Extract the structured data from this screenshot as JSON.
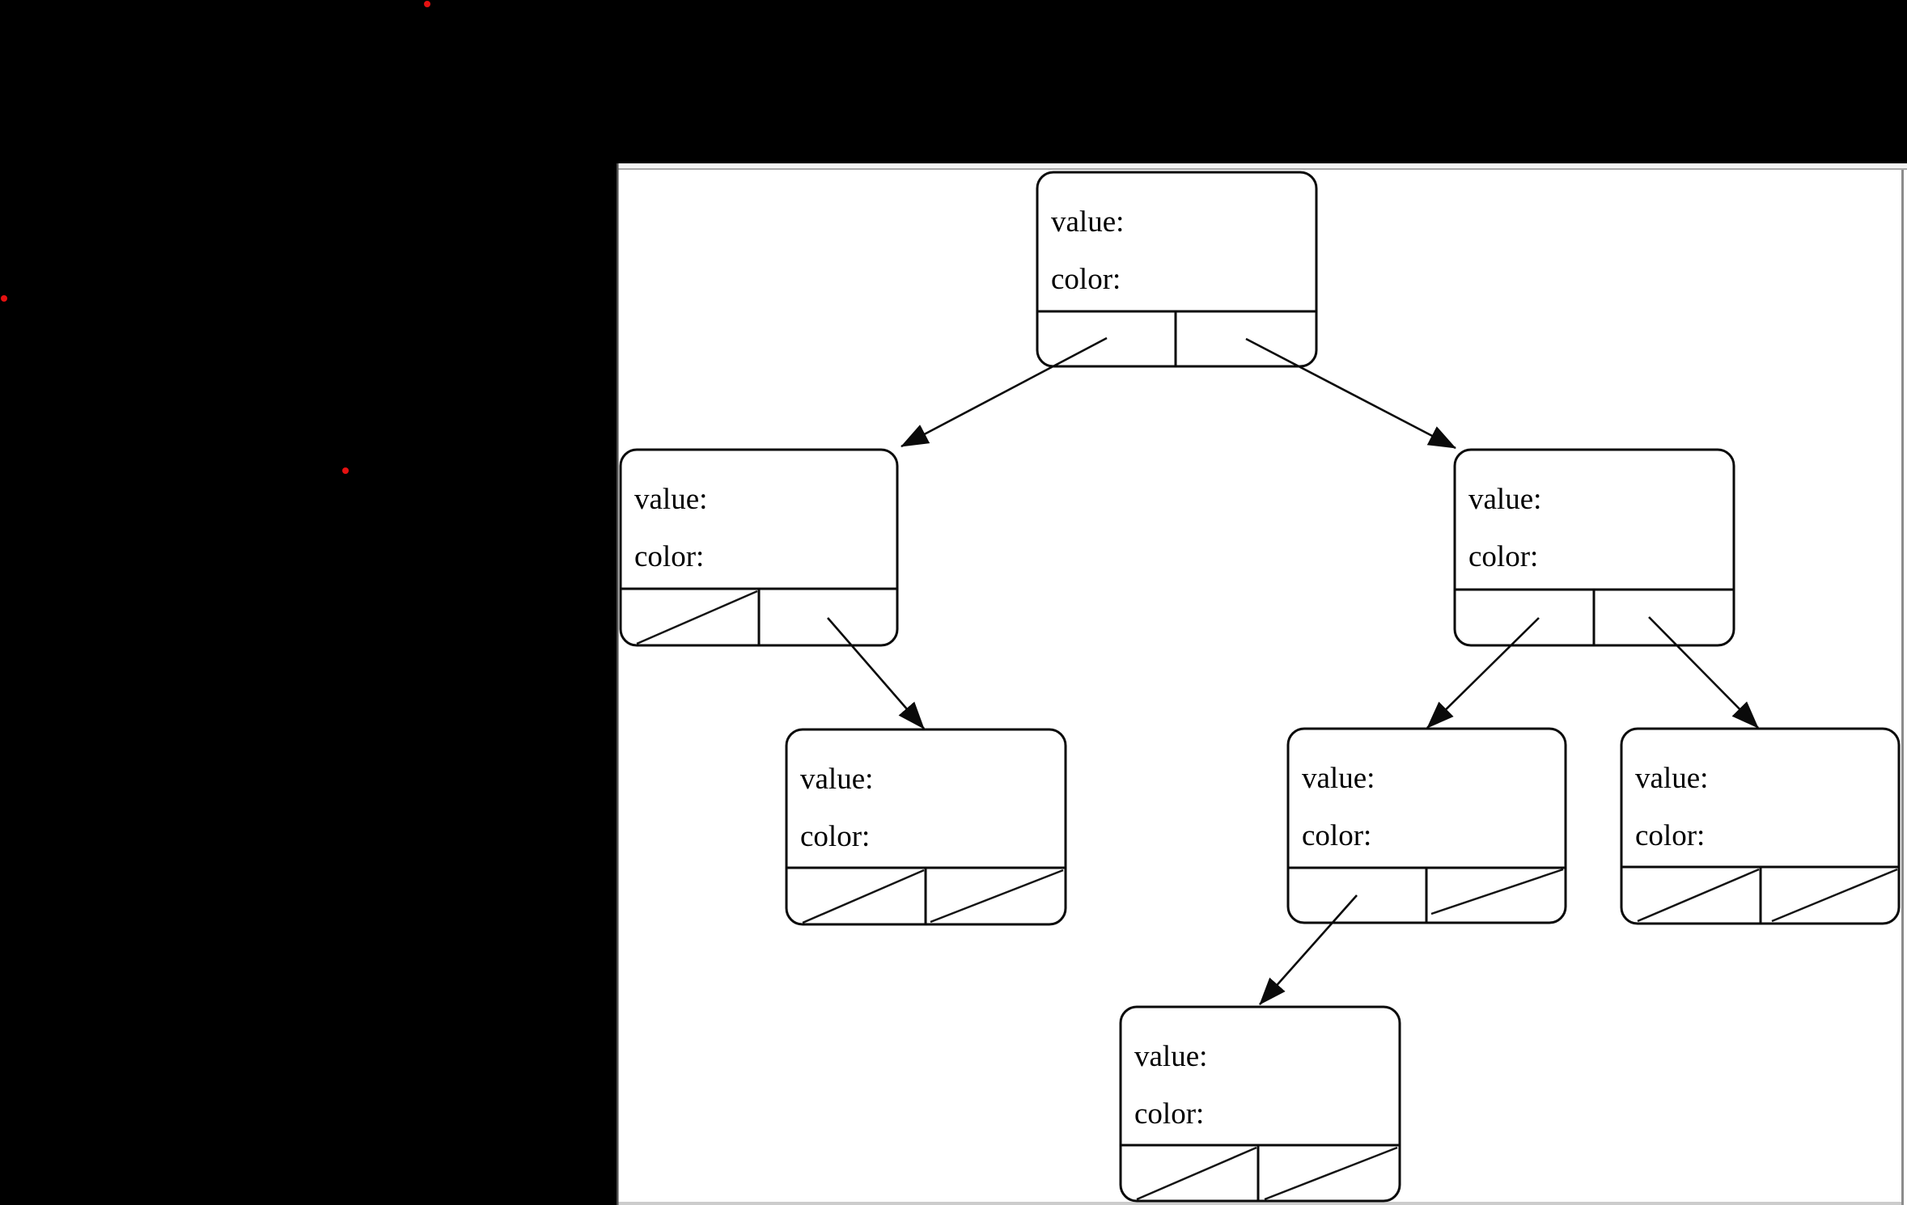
{
  "window": {
    "background_color": "#000000",
    "panel": {
      "background_color": "#ffffff",
      "left_border_color": "#4d4d4d",
      "top_strip_color": "#f4f4f4",
      "top_line_color": "#a8a8a8",
      "right_line_color": "#8c8c8c",
      "bottom_strip_color": "#cccccc"
    },
    "annotation_dots": {
      "color": "#e51111",
      "count": 3
    }
  },
  "diagram": {
    "type": "binary-tree",
    "line_color": "#0a0a0a",
    "text_color": "#000000",
    "nodes": [
      {
        "id": "root",
        "value_label": "value:",
        "color_label": "color:",
        "left_is_null": false,
        "right_is_null": false
      },
      {
        "id": "left",
        "value_label": "value:",
        "color_label": "color:",
        "left_is_null": true,
        "right_is_null": false
      },
      {
        "id": "right",
        "value_label": "value:",
        "color_label": "color:",
        "left_is_null": false,
        "right_is_null": false
      },
      {
        "id": "left-right",
        "value_label": "value:",
        "color_label": "color:",
        "left_is_null": true,
        "right_is_null": true
      },
      {
        "id": "right-left",
        "value_label": "value:",
        "color_label": "color:",
        "left_is_null": false,
        "right_is_null": true
      },
      {
        "id": "right-right",
        "value_label": "value:",
        "color_label": "color:",
        "left_is_null": true,
        "right_is_null": true
      },
      {
        "id": "right-left-left",
        "value_label": "value:",
        "color_label": "color:",
        "left_is_null": true,
        "right_is_null": true
      }
    ]
  }
}
